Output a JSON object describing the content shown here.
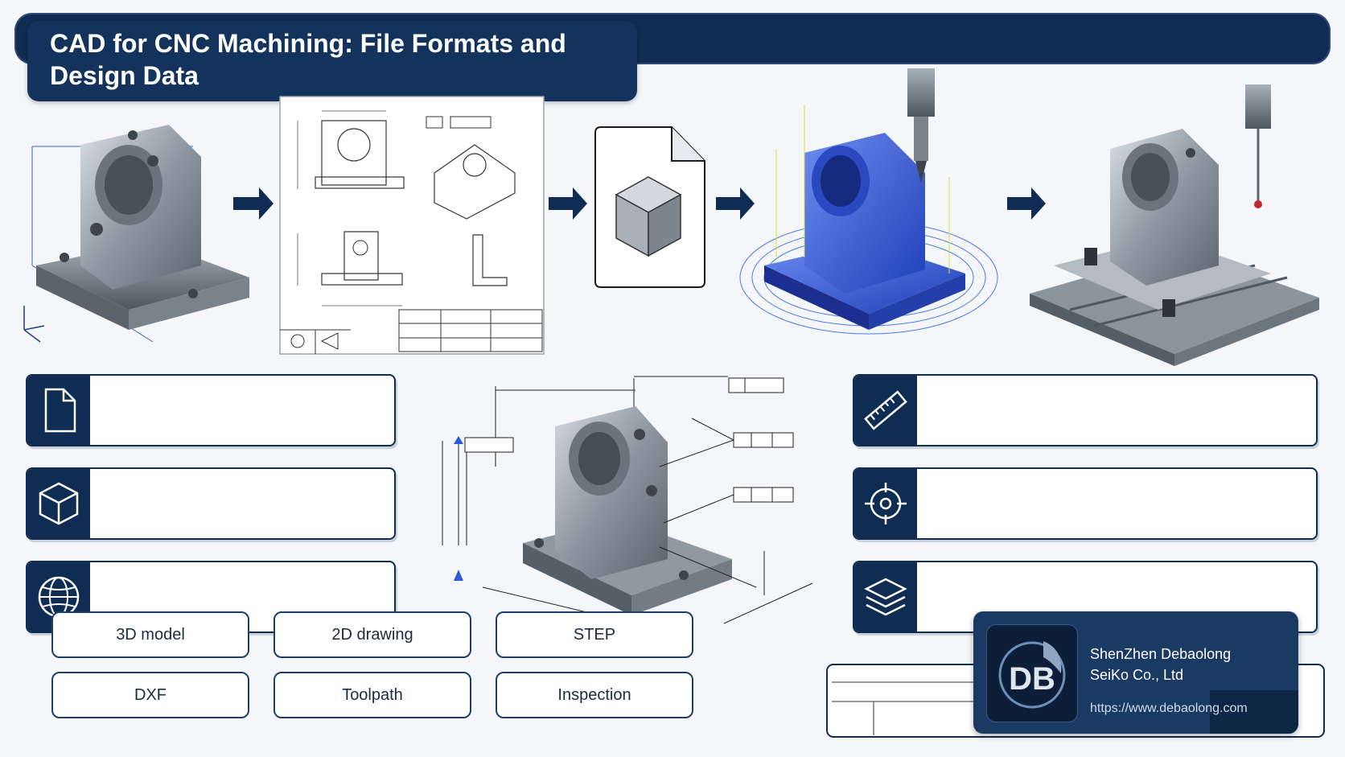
{
  "title": "CAD for CNC Machining: File Formats and Design Data",
  "labels": {
    "model_3d": "3D model",
    "drawing_2d": "2D drawing",
    "step": "STEP",
    "dxf": "DXF",
    "toolpath": "Toolpath",
    "inspection": "Inspection"
  },
  "company": {
    "name_line1": "ShenZhen Debaolong",
    "name_line2": "SeiKo Co., Ltd",
    "url": "https://www.debaolong.com",
    "logo_text": "DB"
  },
  "cards_left_icons": [
    "file-icon",
    "cube-icon",
    "globe-icon"
  ],
  "cards_right_icons": [
    "ruler-icon",
    "crosshair-icon",
    "layers-icon"
  ],
  "colors": {
    "navy": "#0f2c52",
    "accent_blue": "#2a5bd7",
    "steel": "#9aa3ad",
    "background": "#f4f6f9"
  }
}
